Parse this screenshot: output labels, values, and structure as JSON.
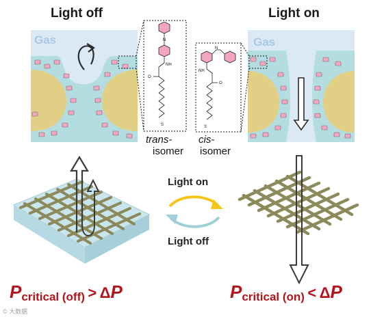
{
  "titles": {
    "light_off": "Light off",
    "light_on": "Light on"
  },
  "pores": {
    "gas_label_left": "Gas",
    "gas_label_right": "Gas"
  },
  "isomers": {
    "trans_italic": "trans-",
    "trans_word": "isomer",
    "cis_italic": "cis-",
    "cis_word": "isomer"
  },
  "molecule_atoms": {
    "nitrogen": "N",
    "amine": "NH",
    "oxygen": "O",
    "sulfur": "S"
  },
  "cycle": {
    "top": "Light on",
    "bottom": "Light off"
  },
  "pressure": {
    "left": {
      "p": "P",
      "sub": "critical (off)",
      "rel": ">",
      "delta": "Δ",
      "p2": "P"
    },
    "right": {
      "p": "P",
      "sub": "critical (on)",
      "rel": "<",
      "delta": "Δ",
      "p2": "P"
    }
  },
  "watermark": "© 大数据",
  "colors": {
    "liquid": "#b4dde2",
    "gas_region": "#dbe9f5",
    "particle": "#e2cf86",
    "azobenzene": "#f2a6bf",
    "mesh": "#8c8a5a",
    "arrow_yellow": "#f3c617",
    "arrow_teal": "#9fd0d8",
    "text_red": "#b3141b"
  }
}
